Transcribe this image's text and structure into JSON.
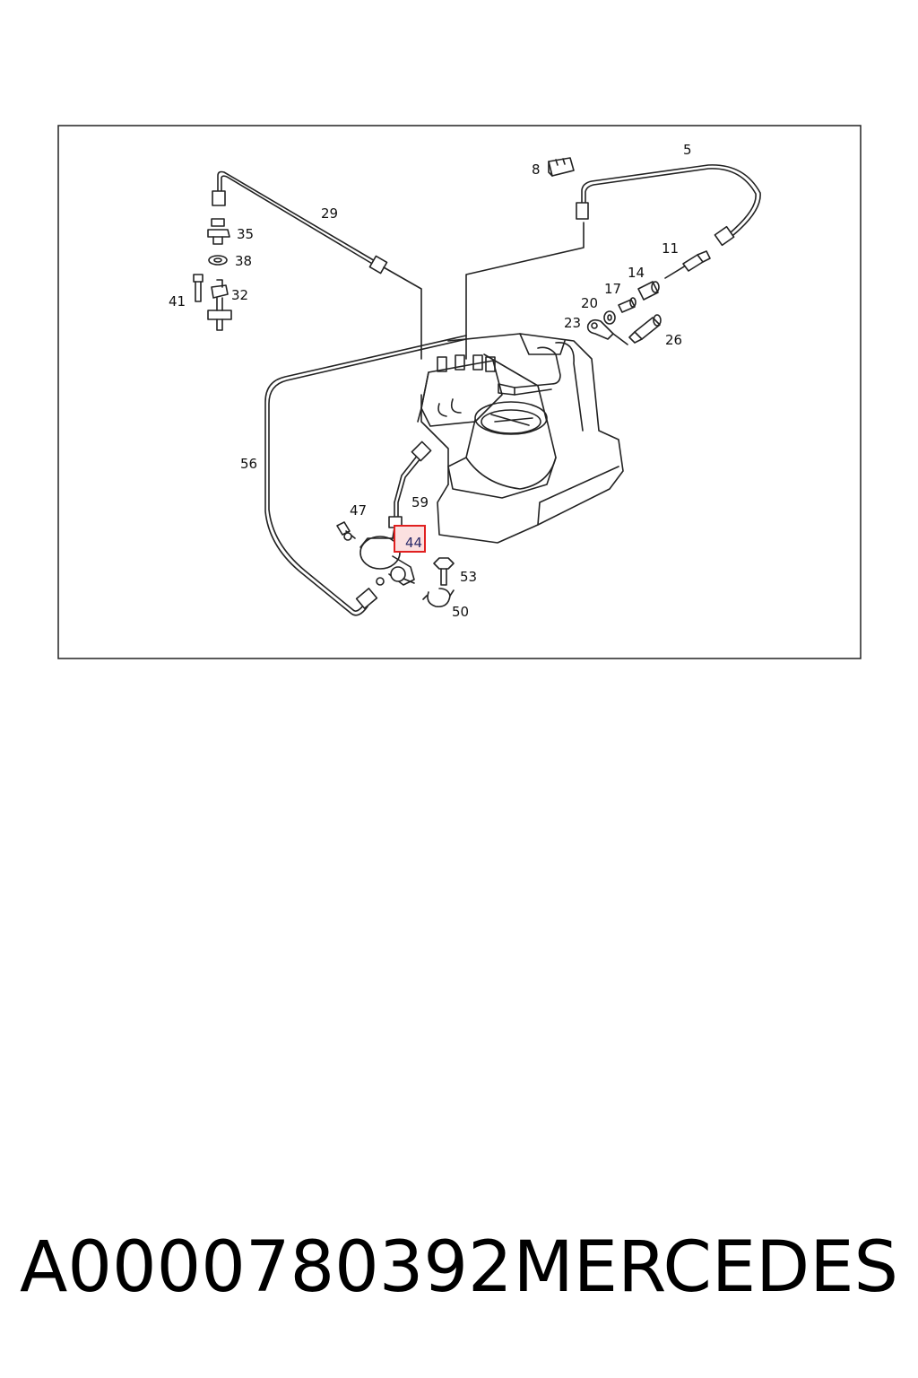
{
  "diagram": {
    "callouts": {
      "c5": "5",
      "c8": "8",
      "c11": "11",
      "c14": "14",
      "c17": "17",
      "c20": "20",
      "c23": "23",
      "c26": "26",
      "c29": "29",
      "c32": "32",
      "c35": "35",
      "c38": "38",
      "c41": "41",
      "c44": "44",
      "c47": "47",
      "c50": "50",
      "c53": "53",
      "c56": "56",
      "c59": "59"
    },
    "highlighted_callout": "44",
    "highlight_color": "#e02020",
    "highlight_fill": "#fbe0e0"
  },
  "footer": {
    "part_number": "A0000780392",
    "brand": "MERCEDES"
  }
}
